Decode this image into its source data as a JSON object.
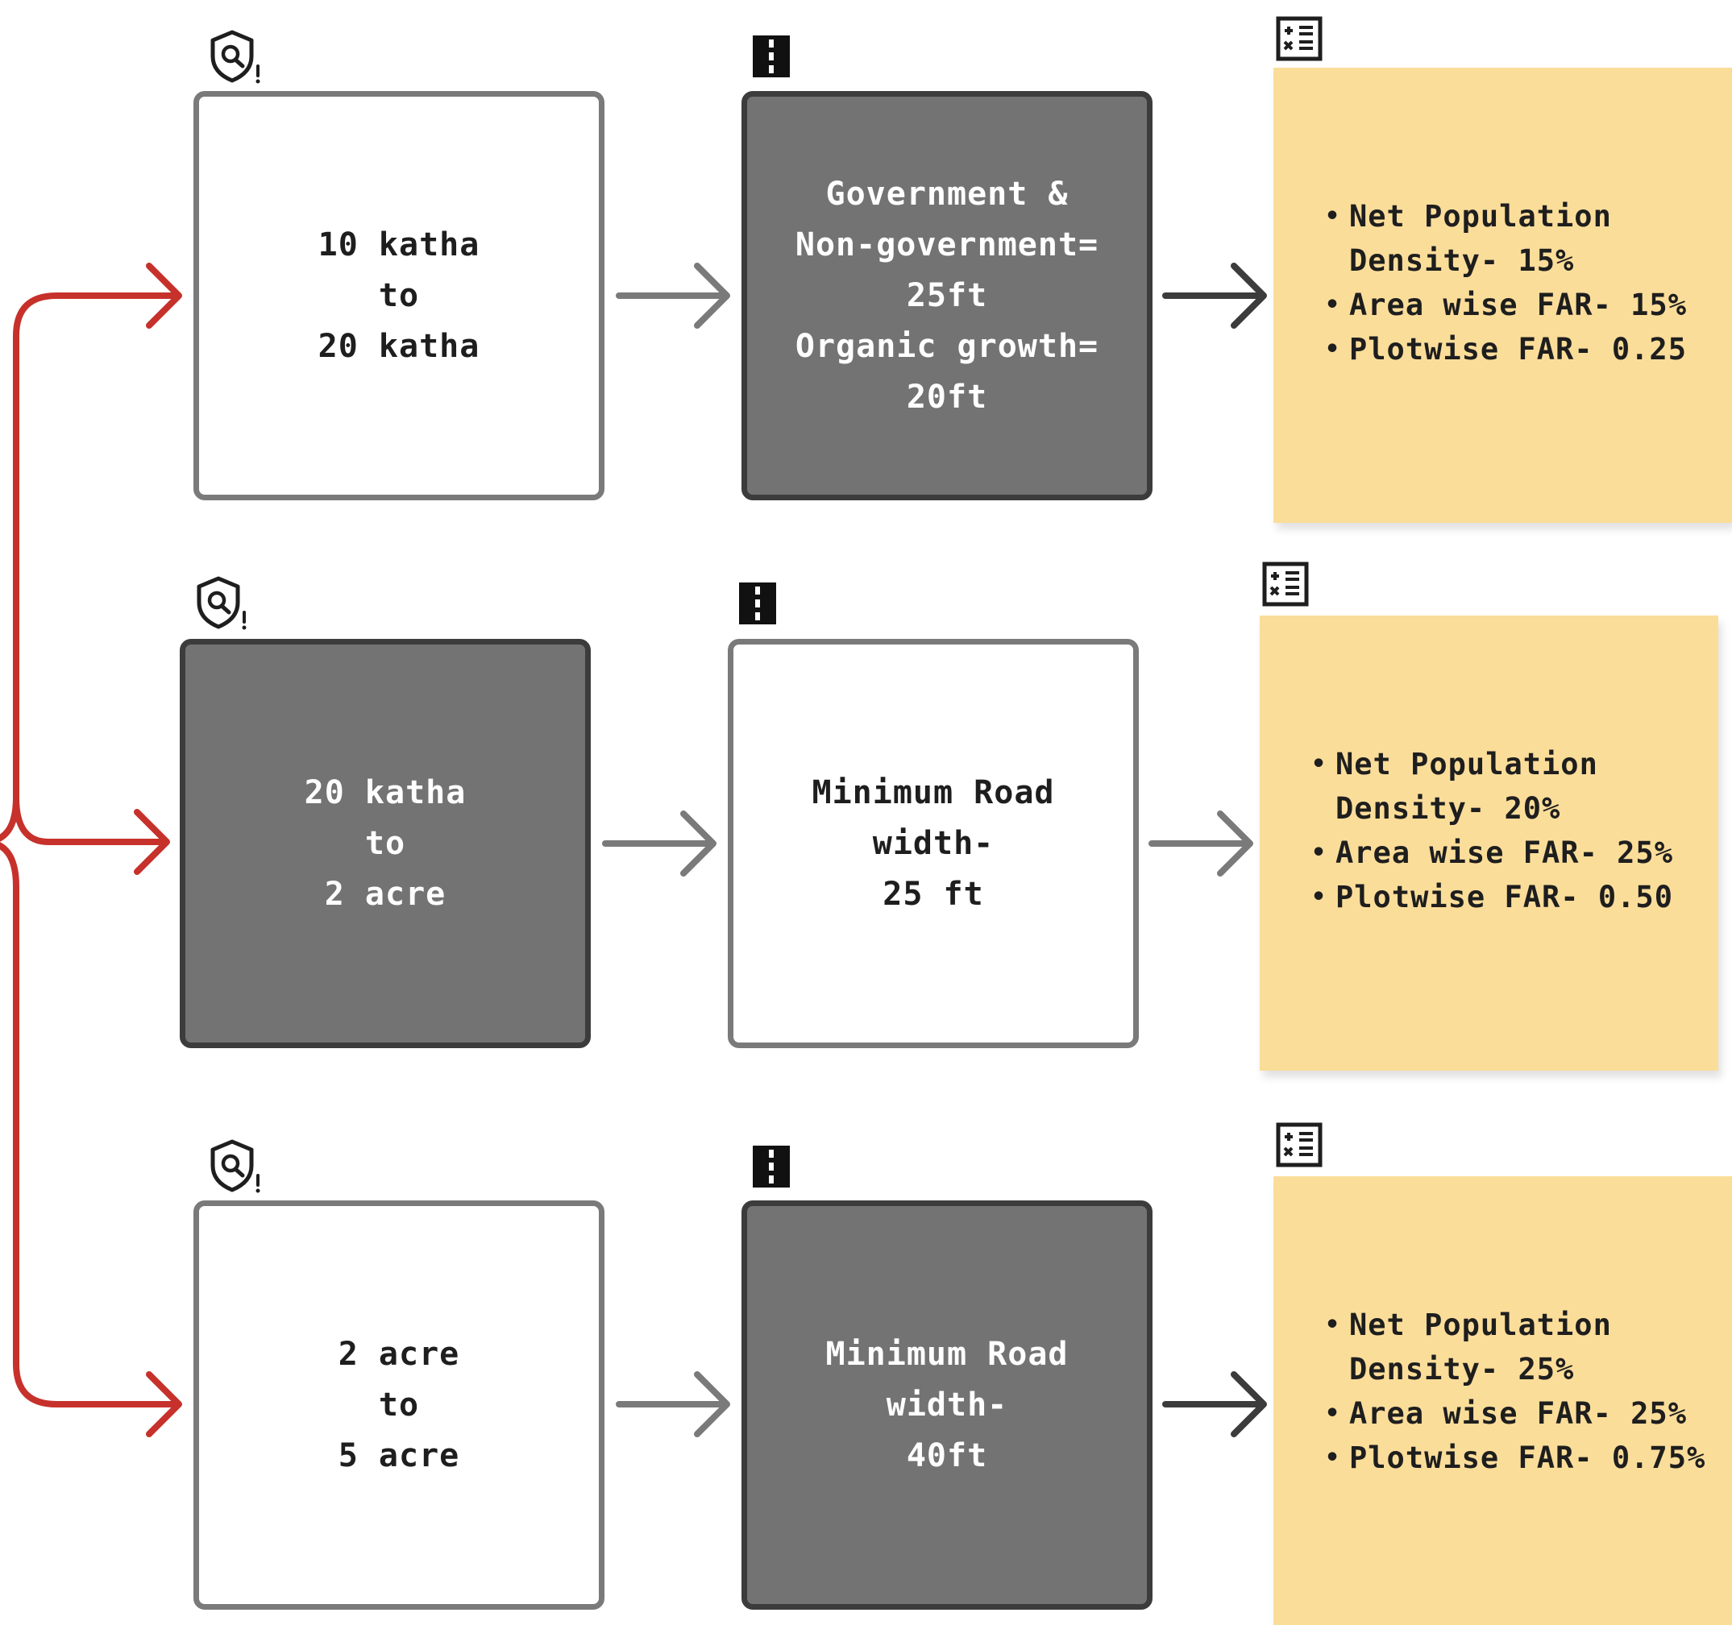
{
  "rows": [
    {
      "plot_size": [
        "10 katha",
        "to",
        "20 katha"
      ],
      "road_width": [
        "Government &",
        "Non-government=",
        "25ft",
        "Organic growth=",
        "20ft"
      ],
      "far_items": [
        "Net Population",
        "Density- 15%",
        "Area wise FAR- 15%",
        "Plotwise FAR- 0.25"
      ]
    },
    {
      "plot_size": [
        "20 katha",
        "to",
        "2 acre"
      ],
      "road_width": [
        "Minimum Road",
        "width-",
        "25 ft"
      ],
      "far_items": [
        "Net Population",
        "Density- 20%",
        "Area wise FAR- 25%",
        "Plotwise FAR- 0.50"
      ]
    },
    {
      "plot_size": [
        "2 acre",
        "to",
        "5 acre"
      ],
      "road_width": [
        "Minimum Road",
        "width-",
        "40ft"
      ],
      "far_items": [
        "Net Population",
        "Density- 25%",
        "Area wise FAR- 25%",
        "Plotwise FAR- 0.75%"
      ]
    }
  ],
  "icons": {
    "plot": "shield-search-icon",
    "road": "road-icon",
    "calc": "calculator-icon"
  },
  "colors": {
    "branch_arrow": "#c7312b",
    "light_arrow": "#7a7a7a",
    "dark_arrow": "#3c3c3c",
    "box_dark_fill": "#737373",
    "note_fill": "#fbdd9a"
  }
}
